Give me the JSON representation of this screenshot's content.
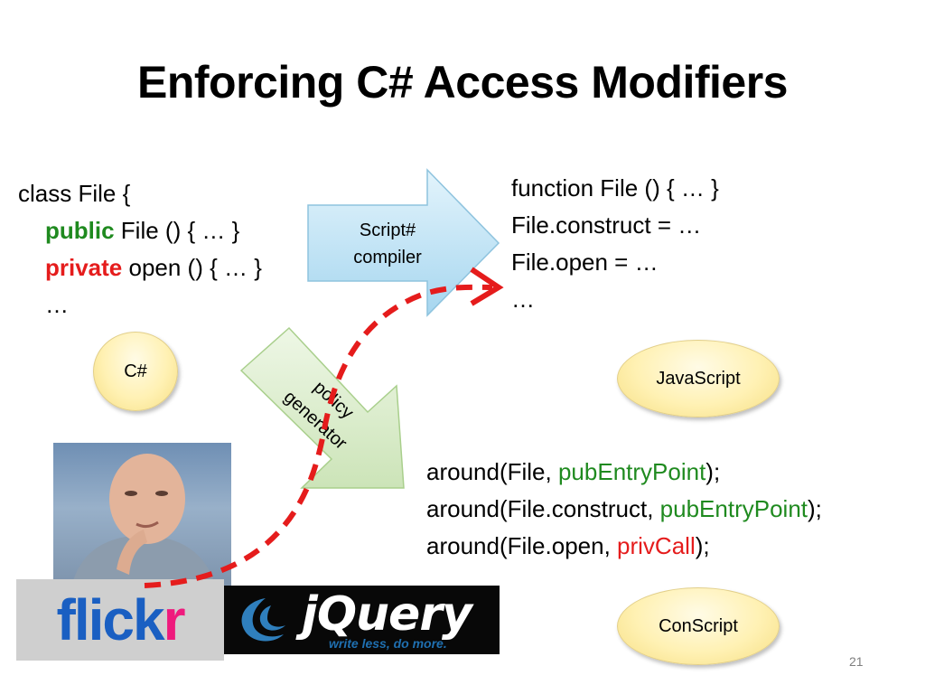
{
  "slide": {
    "title": "Enforcing C# Access Modifiers",
    "number": "21"
  },
  "csharp_code": {
    "line1": "class File {",
    "public_kw": "public",
    "public_rest": " File () { … }",
    "private_kw": "private",
    "private_rest": " open ()  { … }",
    "ellipsis": "…"
  },
  "js_code": {
    "lines": [
      "function File () { … }",
      "File.construct = …",
      "File.open = …",
      "…"
    ]
  },
  "conscript_code": {
    "l1_a": "around(File, ",
    "l1_b": "pubEntryPoint",
    "l1_c": ");",
    "l2_a": "around(File.construct, ",
    "l2_b": "pubEntryPoint",
    "l2_c": ");",
    "l3_a": "around(File.open, ",
    "l3_b": "privCall",
    "l3_c": ");"
  },
  "labels": {
    "csharp": "C#",
    "javascript": "JavaScript",
    "conscript": "ConScript",
    "compiler_line1": "Script#",
    "compiler_line2": "compiler",
    "policy_line1": "policy",
    "policy_line2": "generator"
  },
  "logos": {
    "flickr_blue": "flick",
    "flickr_pink": "r",
    "jquery_word": "jQuery",
    "jquery_tagline": "write less, do more."
  },
  "colors": {
    "public_keyword": "#1f8a1f",
    "private_keyword": "#e51c1c",
    "dashed_arrow": "#e51c1c",
    "oval_fill": "#fff1b3",
    "compiler_arrow": "#bfe3f6",
    "policy_arrow": "#dcefcf"
  }
}
